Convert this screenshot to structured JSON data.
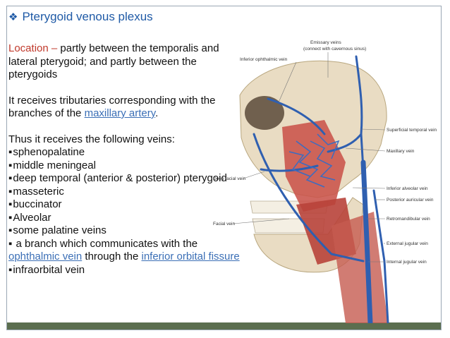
{
  "title": "Pterygoid venous plexus",
  "title_icon": "diamond-bullet-icon",
  "location_label": "Location –",
  "location_text": "partly between the temporalis and lateral pterygoid; and partly between the pterygoids",
  "tributaries_pre": "It receives tributaries corresponding with the branches of the",
  "tributaries_link": "maxillary artery",
  "tributaries_post": ".",
  "veins_intro": "Thus it receives the following veins:",
  "veins": [
    "sphenopalatine",
    "middle meningeal",
    "deep temporal (anterior & posterior) pterygoid",
    "masseteric",
    "buccinator",
    "Alveolar",
    "some palatine veins"
  ],
  "branch_pre": "a branch which communicates with the",
  "branch_link1": "ophthalmic vein",
  "branch_mid": "through the",
  "branch_link2": "inferior orbital fissure",
  "last_vein": "infraorbital vein",
  "figure_labels": {
    "inferior_ophthalmic_vein": "Inferior ophthalmic vein",
    "emissary_veins": "Emissary veins",
    "emissary_note": "(connect with cavernous sinus)",
    "superficial_temporal_vein": "Superficial temporal vein",
    "maxillary_vein": "Maxillary vein",
    "deep_facial_vein": "Deep facial vein",
    "inferior_alveolar_vein": "Inferior alveolar vein",
    "posterior_auricular_vein": "Posterior auricular vein",
    "facial_vein": "Facial vein",
    "retromandibular_vein": "Retromandibular vein",
    "external_jugular_vein": "External jugular vein",
    "internal_jugular_vein": "Internal jugular vein"
  },
  "colors": {
    "title": "#1f5aa6",
    "location": "#c0392b",
    "link": "#3b6fb6",
    "vein": "#2f5fb0",
    "muscle": "#c9534a"
  }
}
